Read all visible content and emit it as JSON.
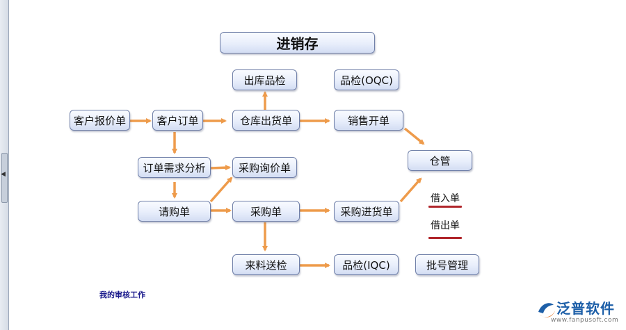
{
  "diagram": {
    "title": "进销存",
    "nodes": {
      "outbound_inspection": "出库品检",
      "oqc": "品检(OQC)",
      "customer_quote": "客户报价单",
      "customer_order": "客户订单",
      "warehouse_outbound": "仓库出货单",
      "sales_invoice": "销售开单",
      "order_analysis": "订单需求分析",
      "purchase_inquiry": "采购询价单",
      "warehouse_mgmt": "仓管",
      "purchase_request": "请购单",
      "purchase_order": "采购单",
      "purchase_receipt": "采购进货单",
      "incoming_inspection": "来料送检",
      "iqc": "品检(IQC)",
      "batch_mgmt": "批号管理"
    },
    "labels": {
      "borrow_in": "借入单",
      "borrow_out": "借出单"
    },
    "arrow_color": "#ee9b4b",
    "underline_color": "#b0262b"
  },
  "footer": {
    "my_review": "我的审核工作"
  },
  "watermark": {
    "brand": "泛普软件",
    "url": "www.fanpusoft.com"
  }
}
